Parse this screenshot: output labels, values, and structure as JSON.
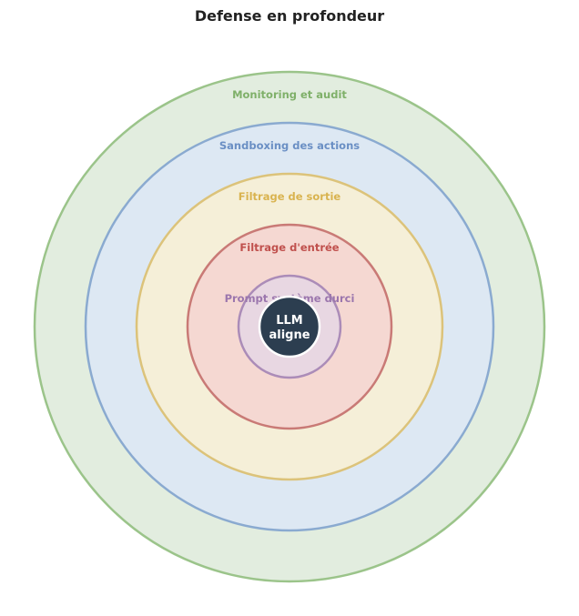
{
  "title": "Defense en profondeur",
  "layers": [
    {
      "name": "Monitoring et audit",
      "fill": "#e2eddf",
      "stroke": "#9bc48a",
      "label_color": "#7fb069"
    },
    {
      "name": "Sandboxing des actions",
      "fill": "#dde8f3",
      "stroke": "#8aaad0",
      "label_color": "#6a8fc4"
    },
    {
      "name": "Filtrage de sortie",
      "fill": "#f5efd8",
      "stroke": "#dcc37a",
      "label_color": "#d9b34f"
    },
    {
      "name": "Filtrage d'entrée",
      "fill": "#f5d8d2",
      "stroke": "#c97a76",
      "label_color": "#c0504d"
    },
    {
      "name": "Prompt système durci",
      "fill": "#e8d7e2",
      "stroke": "#ab8cb8",
      "label_color": "#9b76ad"
    }
  ],
  "core": {
    "line1": "LLM",
    "line2": "aligne",
    "fill": "#2c3e50",
    "stroke": "#ffffff"
  }
}
